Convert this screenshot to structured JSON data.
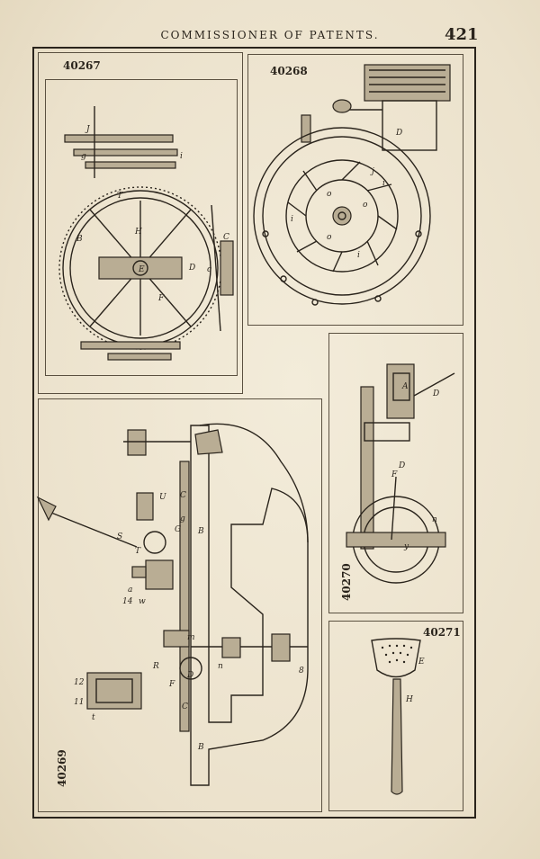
{
  "header": {
    "title": "COMMISSIONER OF PATENTS.",
    "page_number": "421"
  },
  "figures": [
    {
      "number": "40267",
      "labels": [
        "J",
        "g",
        "i",
        "T",
        "H",
        "B",
        "E",
        "D",
        "c",
        "C",
        "F"
      ]
    },
    {
      "number": "40268",
      "labels": [
        "D",
        "j",
        "i",
        "o",
        "o",
        "i",
        "o",
        "i"
      ]
    },
    {
      "number": "40269",
      "labels": [
        "U",
        "T",
        "S",
        "B",
        "C",
        "G",
        "g",
        "a",
        "14",
        "w",
        "m",
        "R",
        "F",
        "D",
        "B",
        "C",
        "n",
        "8",
        "12",
        "11",
        "t"
      ]
    },
    {
      "number": "40270",
      "labels": [
        "A",
        "D",
        "F",
        "D",
        "y",
        "n"
      ]
    },
    {
      "number": "40271",
      "labels": [
        "E",
        "H"
      ]
    }
  ]
}
